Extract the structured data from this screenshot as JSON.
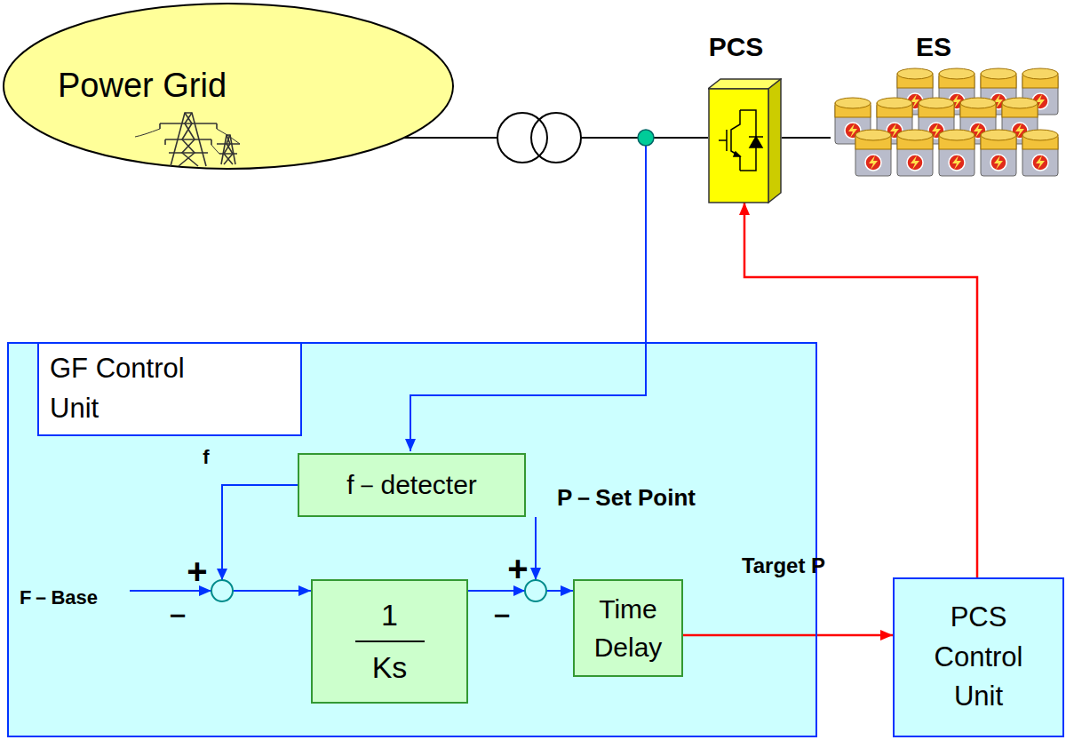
{
  "diagram": {
    "nodes": [
      {
        "text": [
          "Power Grid"
        ]
      },
      {
        "text": [
          "PCS"
        ]
      },
      {
        "text": [
          "ES"
        ]
      },
      {
        "text": [
          "GF Control Unit"
        ]
      },
      {
        "text": [
          "f－detecter"
        ],
        "in": 3
      },
      {
        "text": [
          "1",
          "Ks"
        ],
        "in": 3
      },
      {
        "text": [
          "Time Delay"
        ],
        "in": 3
      },
      {
        "text": [
          "PCS Control Unit"
        ]
      }
    ],
    "edges": [
      {
        "from": 0,
        "to": 1,
        "arrow": "none"
      },
      {
        "from": 1,
        "to": 2,
        "arrow": "none"
      },
      {
        "from": 4,
        "to": 5,
        "arrow": "to"
      },
      {
        "from": 5,
        "to": 6,
        "arrow": "to"
      },
      {
        "from": 6,
        "to": 7,
        "arrow": "to",
        "label": "Target P"
      },
      {
        "from": 7,
        "to": 1,
        "arrow": "to"
      }
    ],
    "labels": [
      "f",
      "+",
      "－",
      "F－Base",
      "－",
      "P－Set Point",
      "+"
    ]
  }
}
